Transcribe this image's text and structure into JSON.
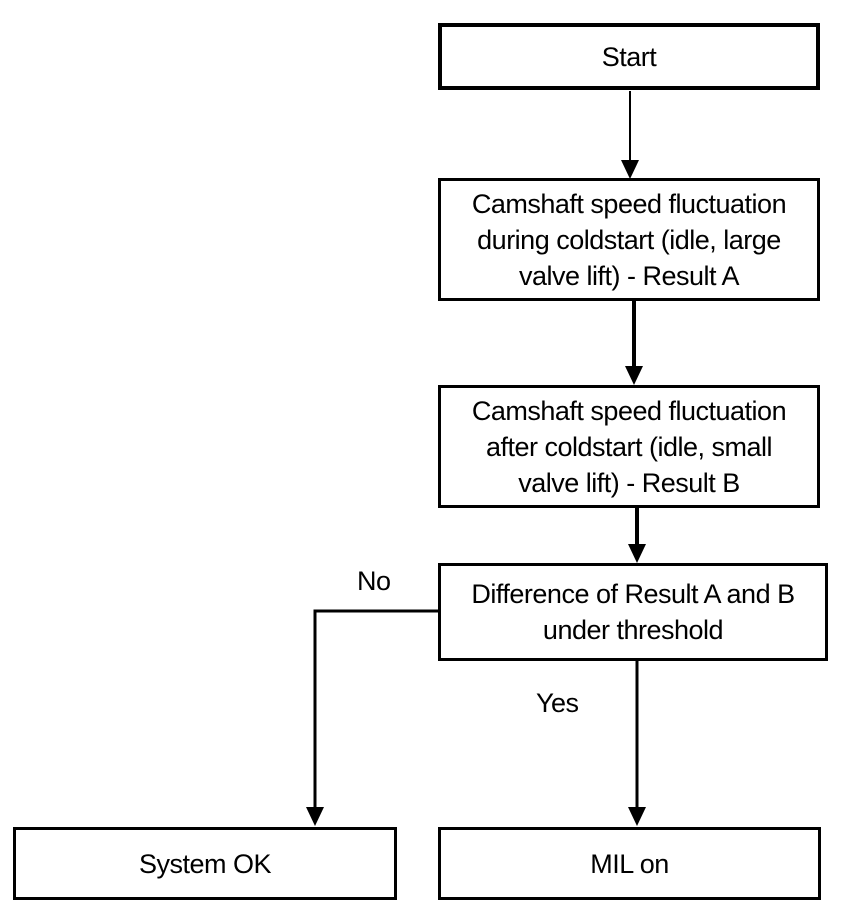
{
  "diagram": {
    "type": "flowchart",
    "nodes": {
      "start": {
        "label": "Start"
      },
      "result_a": {
        "label": "Camshaft speed fluctuation during coldstart (idle, large valve lift) - Result A"
      },
      "result_b": {
        "label": "Camshaft speed fluctuation after coldstart (idle, small valve lift) - Result B"
      },
      "decision": {
        "label": "Difference of Result A and B under threshold"
      },
      "system_ok": {
        "label": "System OK"
      },
      "mil_on": {
        "label": "MIL on"
      }
    },
    "edge_labels": {
      "no": "No",
      "yes": "Yes"
    },
    "edges": [
      {
        "from": "start",
        "to": "result_a"
      },
      {
        "from": "result_a",
        "to": "result_b"
      },
      {
        "from": "result_b",
        "to": "decision"
      },
      {
        "from": "decision",
        "to": "system_ok",
        "label": "No"
      },
      {
        "from": "decision",
        "to": "mil_on",
        "label": "Yes"
      }
    ],
    "colors": {
      "line": "#000000",
      "border": "#000000",
      "text": "#000000",
      "background": "#ffffff"
    }
  }
}
